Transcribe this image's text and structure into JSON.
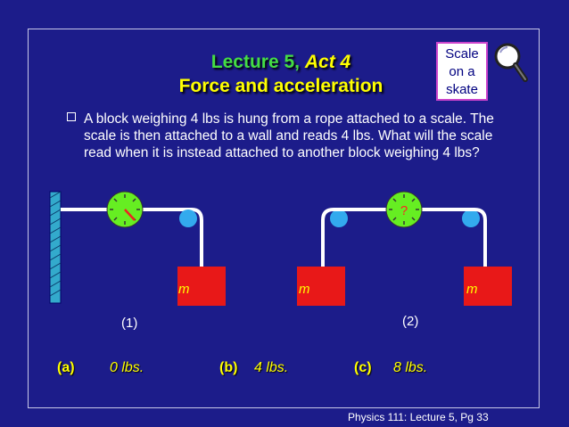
{
  "title": {
    "prefix": "Lecture 5, ",
    "act": "Act 4",
    "subtitle": "Force and acceleration"
  },
  "callout": {
    "line1": "Scale",
    "line2": "on a",
    "line3": "skate",
    "icon": "magnifier-icon"
  },
  "question": "A block weighing 4 lbs is hung from a rope attached to a scale. The scale is then attached to a wall and reads 4 lbs. What will the scale read when it is instead attached to another block weighing 4 lbs?",
  "diagram": {
    "block_label": "m",
    "scale2_readout": "?",
    "setup1_label": "(1)",
    "setup2_label": "(2)",
    "colors": {
      "block": "#e81818",
      "scale": "#66ee22",
      "pulley": "#33aaee",
      "rope": "#ffffff",
      "wall": "#33aacc"
    }
  },
  "options": [
    {
      "letter": "(a)",
      "value": "0 lbs."
    },
    {
      "letter": "(b)",
      "value": "4 lbs."
    },
    {
      "letter": "(c)",
      "value": "8 lbs."
    }
  ],
  "footer": "Physics 111: Lecture 5, Pg 33",
  "colors": {
    "background": "#1c1c8a",
    "title_green": "#44dd44",
    "accent_yellow": "#ffff00",
    "callout_border": "#cc44cc"
  }
}
